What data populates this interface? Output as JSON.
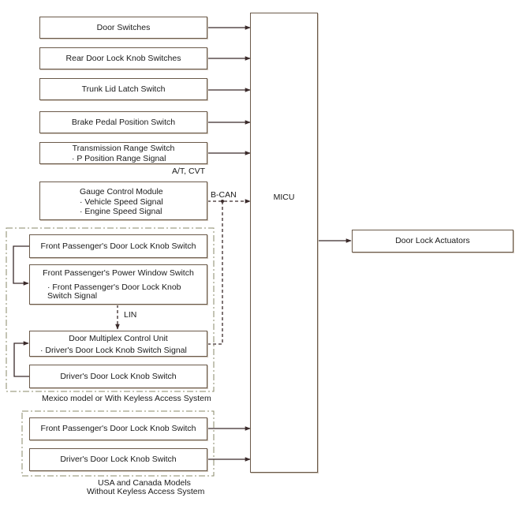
{
  "inputs": {
    "door_switches": "Door Switches",
    "rear_knob": "Rear Door Lock Knob Switches",
    "trunk": "Trunk Lid Latch Switch",
    "brake": "Brake Pedal Position Switch",
    "trans_title": "Transmission Range Switch",
    "trans_sub": "· P Position Range Signal",
    "trans_note": "A/T, CVT",
    "gauge_title": "Gauge Control Module",
    "gauge_sub1": "· Vehicle Speed Signal",
    "gauge_sub2": "· Engine Speed Signal",
    "bcan": "B-CAN"
  },
  "mexico_group": {
    "fp_knob": "Front Passenger's Door Lock Knob Switch",
    "fp_pw_title": "Front Passenger's Power Window Switch",
    "fp_pw_sub1": "· Front Passenger's Door Lock Knob",
    "fp_pw_sub2": "Switch Signal",
    "lin": "LIN",
    "dmcu_title": "Door Multiplex Control Unit",
    "dmcu_sub": "· Driver's Door Lock Knob Switch Signal",
    "drv_knob": "Driver's Door Lock Knob Switch",
    "caption": "Mexico model or With Keyless Access System"
  },
  "usa_group": {
    "fp_knob": "Front Passenger's Door Lock Knob Switch",
    "drv_knob": "Driver's Door Lock Knob Switch",
    "caption1": "USA and Canada Models",
    "caption2": "Without Keyless Access System"
  },
  "micu": "MICU",
  "actuators": "Door Lock Actuators"
}
